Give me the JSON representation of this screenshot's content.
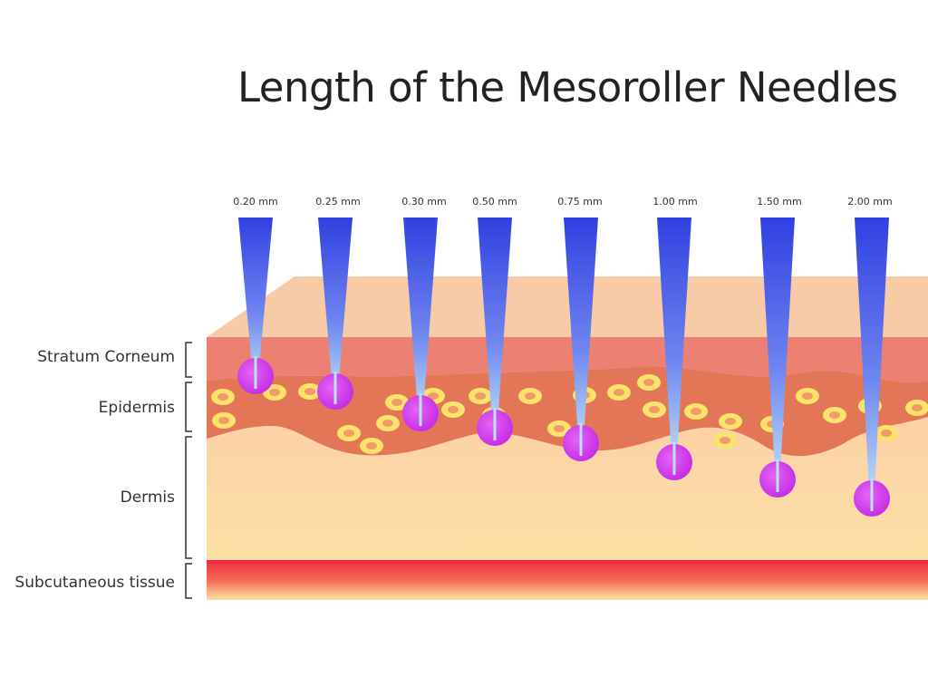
{
  "title": "Length of the Mesoroller Needles",
  "layers": [
    {
      "name": "Stratum Corneum"
    },
    {
      "name": "Epidermis"
    },
    {
      "name": "Dermis"
    },
    {
      "name": "Subcutaneous tissue"
    }
  ],
  "needles": [
    {
      "label": "0.20 mm"
    },
    {
      "label": "0.25 mm"
    },
    {
      "label": "0.30 mm"
    },
    {
      "label": "0.50 mm"
    },
    {
      "label": "0.75 mm"
    },
    {
      "label": "1.00 mm"
    },
    {
      "label": "1.50 mm"
    },
    {
      "label": "2.00 mm"
    }
  ],
  "colors": {
    "skin_top": "#f9c8a2",
    "stratum_corneum": "#ec8173",
    "epidermis": "#e07458",
    "dermis_top": "#fbc9a6",
    "dermis_bottom": "#fde0a8",
    "subcutaneous_red": "#ee2b45",
    "subcutaneous_yellow": "#fde1a0",
    "cell_ring": "#f9e36a",
    "cell_core": "#f29a6a",
    "needle": "#3a4fe0",
    "needle_tip": "#b7e4f2",
    "tip_dot": "#d83ff0"
  }
}
